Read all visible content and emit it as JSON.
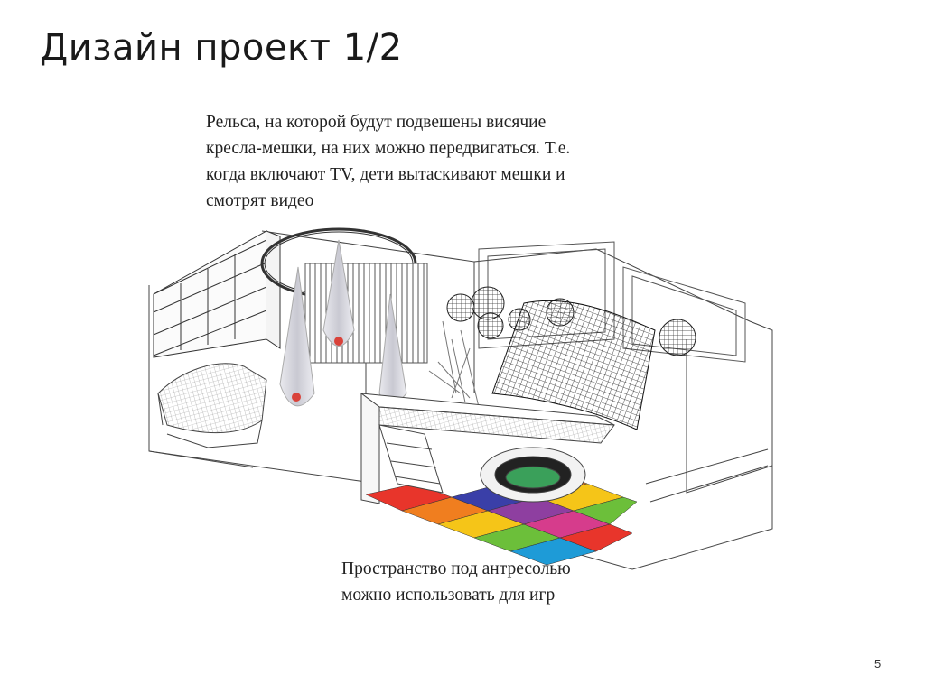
{
  "slide": {
    "title": "Дизайн проект 1/2",
    "caption_top": [
      "Рельса, на которой будут подвешены висячие",
      "кресла-мешки, на них можно передвигаться. Т.е.",
      "когда включают TV, дети вытаскивают мешки  и",
      "смотрят видео"
    ],
    "caption_bottom": [
      "Пространство под антресолью",
      "можно использовать для игр"
    ],
    "page_number": "5"
  },
  "illustration": {
    "floor_colors": [
      "#e8352b",
      "#f07e1f",
      "#f5c518",
      "#6cbf3a",
      "#1e9bd7",
      "#3a3fa8",
      "#8e3fa0",
      "#d63c8c"
    ]
  }
}
